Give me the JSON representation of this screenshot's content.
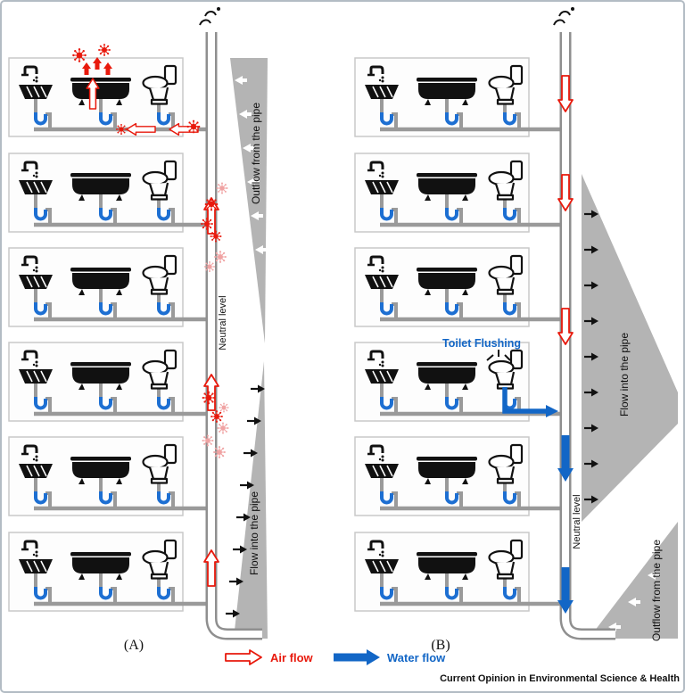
{
  "figure": {
    "panel_a_label": "(A)",
    "panel_b_label": "(B)",
    "journal": "Current Opinion in Environmental Science & Health",
    "floors_per_building": 6,
    "fixtures_per_floor": [
      "sink",
      "bathtub",
      "toilet"
    ]
  },
  "panel_a": {
    "outflow_label": "Outflow from the pipe",
    "inflow_label": "Flow into the pipe",
    "neutral_label": "Neutral level"
  },
  "panel_b": {
    "inflow_label": "Flow into the pipe",
    "outflow_label": "Outflow from the pipe",
    "neutral_label": "Neutral level",
    "toilet_flushing_label": "Toilet Flushing"
  },
  "legend": {
    "air_flow": "Air flow",
    "water_flow": "Water flow"
  },
  "colors": {
    "air_red": "#e8190c",
    "water_blue": "#1266c6",
    "trap_blue": "#1d6fd2",
    "pipe_gray": "#9a9a9a",
    "stack_gray": "#8f8f8f",
    "region_gray": "#b4b4b4",
    "virus_red": "#e8190c",
    "virus_pink": "#f0a3a3"
  },
  "icons": [
    "sink-icon",
    "bathtub-icon",
    "toilet-icon",
    "trap-icon",
    "vent-icon",
    "virus-icon",
    "air-flow-arrow",
    "water-flow-arrow"
  ]
}
